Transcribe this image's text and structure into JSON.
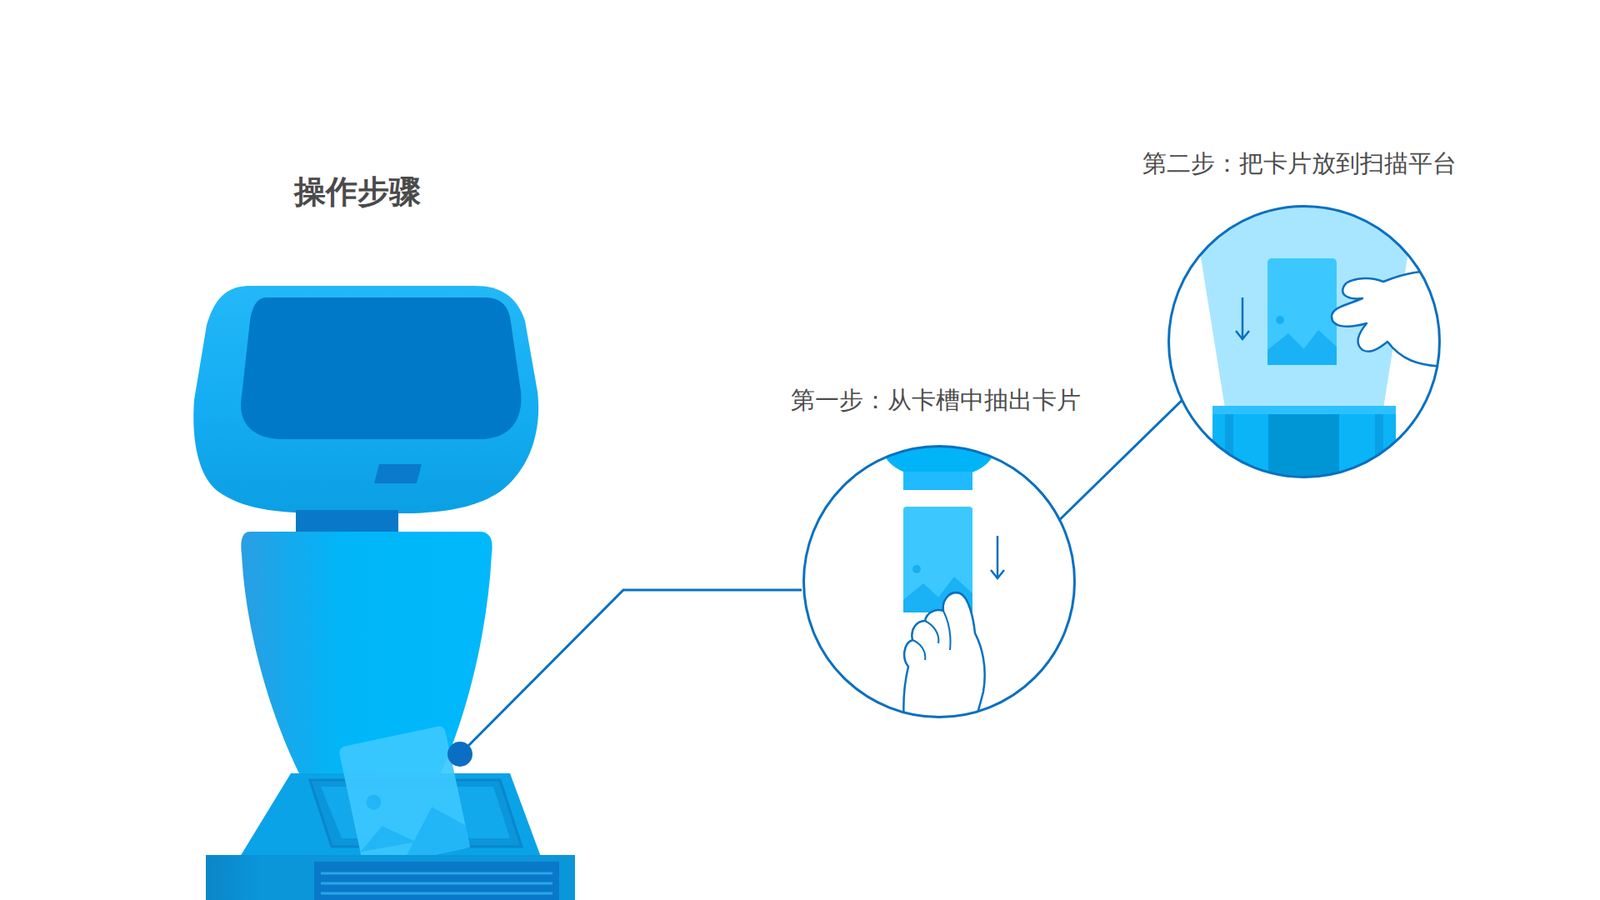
{
  "diagram": {
    "title": "操作步骤",
    "nodes": [
      {
        "text": [
          "第一步：从卡槽中抽出卡片"
        ]
      },
      {
        "text": [
          "第二步：把卡片放到扫描平台"
        ]
      }
    ],
    "edges": [
      {
        "from": 0,
        "to": 1,
        "arrow": "none"
      }
    ]
  }
}
